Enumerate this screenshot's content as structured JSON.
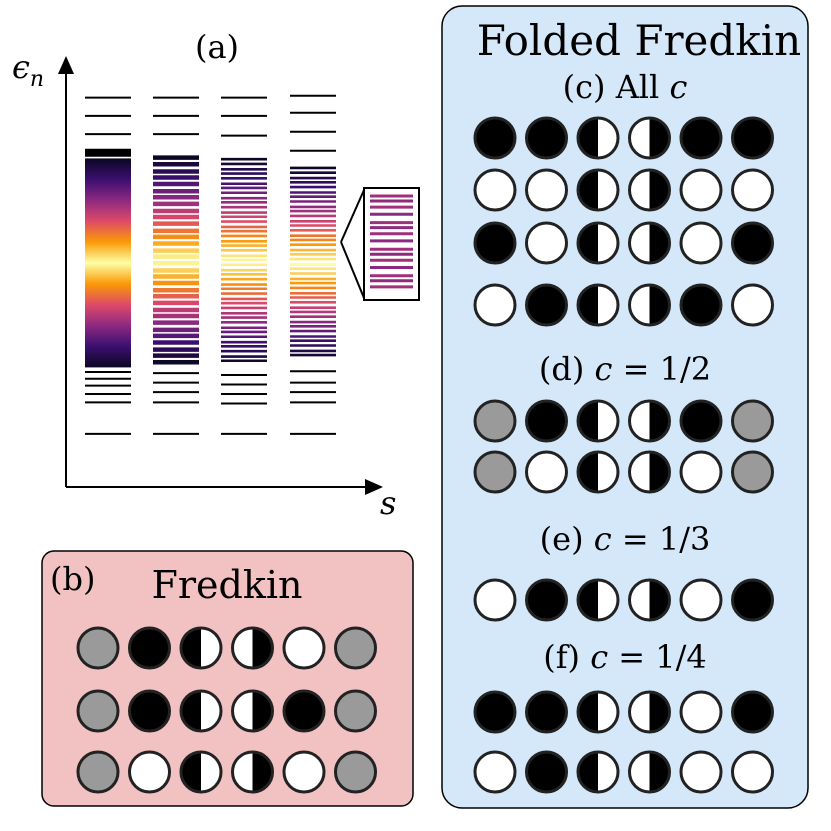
{
  "panel_a": {
    "label": "(a)",
    "y_axis_label": "ϵ",
    "y_axis_subscript": "n",
    "x_axis_label": "s",
    "columns": [
      {
        "cap_levels": [
          0.02,
          0.068,
          0.116,
          0.165
        ],
        "gradient_top": 0.18,
        "gradient_bottom": 0.73,
        "bottom_levels": [
          0.742,
          0.76,
          0.778,
          0.8,
          0.822,
          0.905
        ],
        "style": "continuous"
      },
      {
        "cap_levels": [
          0.02,
          0.068,
          0.116
        ],
        "gradient_top": 0.178,
        "gradient_bottom": 0.72,
        "bottom_levels": [
          0.745,
          0.77,
          0.795,
          0.822,
          0.905
        ],
        "style": "dense"
      },
      {
        "cap_levels": [
          0.02,
          0.068,
          0.12
        ],
        "gradient_top": 0.182,
        "gradient_bottom": 0.72,
        "bottom_levels": [
          0.75,
          0.775,
          0.8,
          0.825,
          0.905
        ],
        "style": "sparse"
      },
      {
        "cap_levels": [
          0.015,
          0.06,
          0.11,
          0.16
        ],
        "gradient_top": 0.205,
        "gradient_bottom": 0.71,
        "bottom_levels": [
          0.74,
          0.77,
          0.795,
          0.822,
          0.905
        ],
        "style": "sparse"
      }
    ]
  },
  "panel_b": {
    "label": "(b)",
    "title": "Fredkin",
    "bg_color": "#f2c1c2",
    "rows": [
      [
        "gray",
        "black",
        "half",
        "half",
        "white",
        "gray"
      ],
      [
        "gray",
        "black",
        "half",
        "half",
        "black",
        "gray"
      ],
      [
        "gray",
        "white",
        "half",
        "half",
        "white",
        "gray"
      ]
    ]
  },
  "panel_folded": {
    "title": "Folded Fredkin",
    "bg_color": "#d5e8fa",
    "sections": [
      {
        "label": "(c) All ",
        "rows": [
          [
            "black",
            "black",
            "half",
            "half",
            "black",
            "black"
          ],
          [
            "white",
            "white",
            "half",
            "half",
            "white",
            "white"
          ],
          [
            "black",
            "white",
            "half",
            "half",
            "white",
            "black"
          ],
          [
            "white",
            "black",
            "half",
            "half",
            "black",
            "white"
          ]
        ]
      },
      {
        "label": "(d) ",
        "eq": " = 1/2",
        "rows": [
          [
            "gray",
            "black",
            "half",
            "half",
            "black",
            "gray"
          ],
          [
            "gray",
            "white",
            "half",
            "half",
            "white",
            "gray"
          ]
        ]
      },
      {
        "label": "(e) ",
        "eq": " = 1/3",
        "rows": [
          [
            "white",
            "black",
            "half",
            "half",
            "white",
            "black"
          ]
        ]
      },
      {
        "label": "(f) ",
        "eq": " = 1/4",
        "rows": [
          [
            "black",
            "black",
            "half",
            "half",
            "white",
            "black"
          ],
          [
            "white",
            "black",
            "half",
            "half",
            "white",
            "white"
          ]
        ]
      }
    ],
    "variable": "c"
  },
  "colors": {
    "circle_black": "#000000",
    "circle_white": "#ffffff",
    "circle_gray": "#9a9a9a",
    "stroke": "#222222",
    "gradient_stops": [
      "#0b0724",
      "#3b0f6f",
      "#8c2981",
      "#dd4a68",
      "#fb9a06",
      "#fcffa4",
      "#fb9a06",
      "#dd4a68",
      "#8c2981",
      "#3b0f6f",
      "#0b0724"
    ]
  }
}
